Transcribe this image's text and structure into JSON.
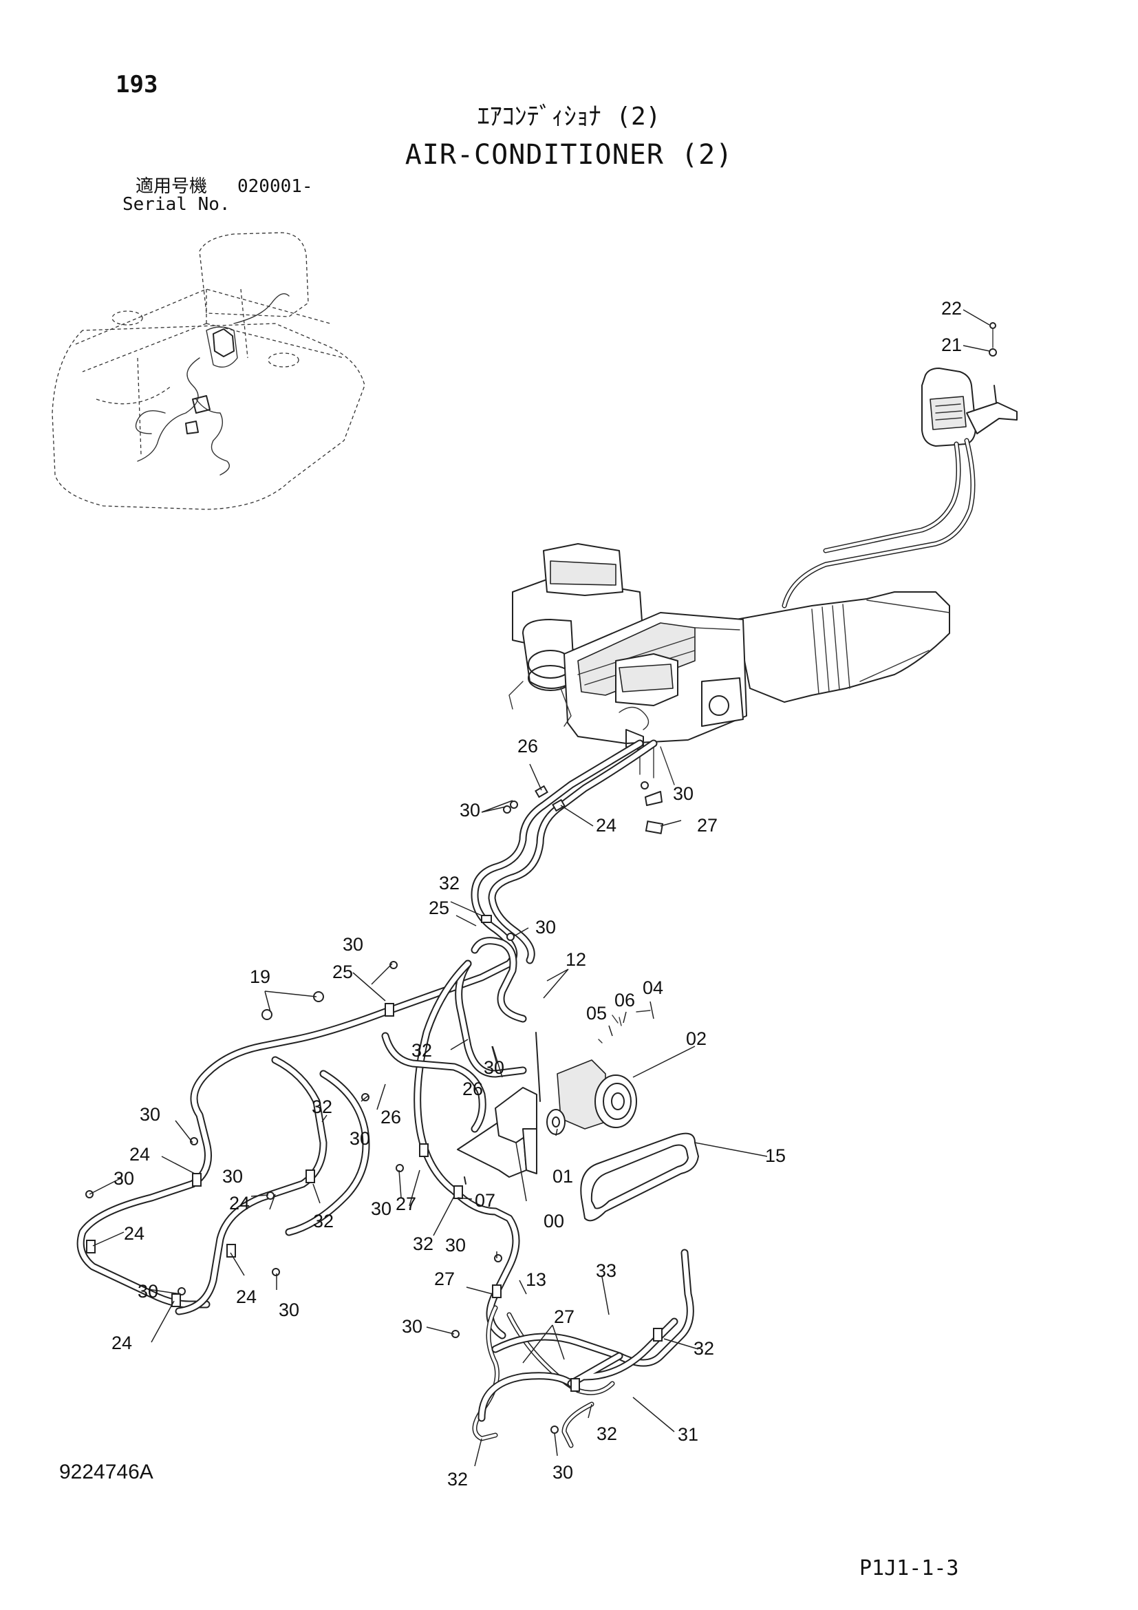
{
  "page_number": "193",
  "title_jp": "ｴｱｺﾝﾃﾞｨｼｮﾅ (2)",
  "title_en": "AIR-CONDITIONER (2)",
  "serial": {
    "label_jp": "適用号機",
    "range": "020001-",
    "label_en": "Serial No."
  },
  "drawing_number": "9224746A",
  "page_code": "P1J1-1-3",
  "callouts": {
    "c22": "22",
    "c21": "21",
    "c26a": "26",
    "c30a": "30",
    "c30b": "30",
    "c24a": "24",
    "c27a": "27",
    "c32a": "32",
    "c25a": "25",
    "c30c": "30",
    "c30d": "30",
    "c25b": "25",
    "c12": "12",
    "c19": "19",
    "c04": "04",
    "c06": "06",
    "c05": "05",
    "c02": "02",
    "c32b": "32",
    "c30e": "30",
    "c26b": "26",
    "c32c": "32",
    "c26c": "26",
    "c30f": "30",
    "c30g": "30",
    "c24b": "24",
    "c30h": "30",
    "c30i": "30",
    "c24c": "24",
    "c32d": "32",
    "c30j": "30",
    "c27b": "27",
    "c07": "07",
    "c01": "01",
    "c15": "15",
    "c00": "00",
    "c24d": "24",
    "c32e": "32",
    "c30k": "30",
    "c13": "13",
    "c33": "33",
    "c30l": "30",
    "c24e": "24",
    "c30m": "30",
    "c27c": "27",
    "c27d": "27",
    "c24f": "24",
    "c30n": "30",
    "c32f": "32",
    "c32g": "32",
    "c31": "31",
    "c32h": "32",
    "c30o": "30"
  }
}
